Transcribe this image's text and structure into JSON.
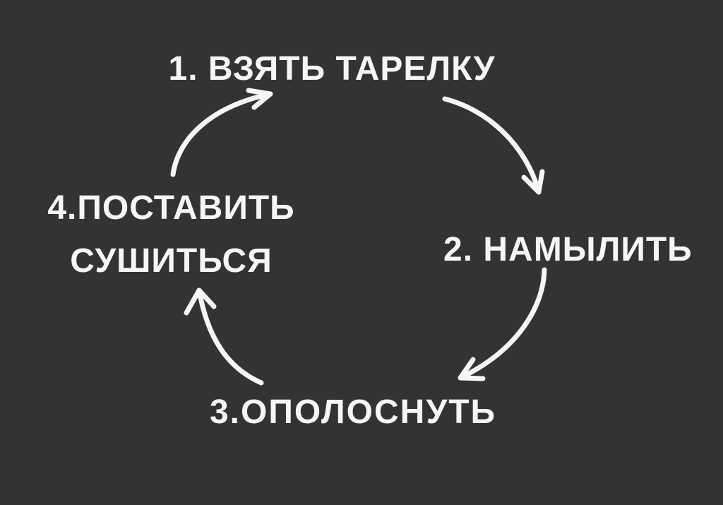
{
  "colors": {
    "background": "#333333",
    "ink": "#f6f6f6"
  },
  "diagram": {
    "type": "cycle",
    "direction": "clockwise",
    "language": "ru",
    "steps": [
      {
        "id": 1,
        "position": "top",
        "lines": [
          "1. ВЗЯТЬ ТАРЕЛКУ"
        ]
      },
      {
        "id": 2,
        "position": "right",
        "lines": [
          "2. НАМЫЛИТЬ"
        ]
      },
      {
        "id": 3,
        "position": "bottom",
        "lines": [
          "3.ОПОЛОСНУТЬ"
        ]
      },
      {
        "id": 4,
        "position": "left",
        "lines": [
          "4.ПОСТАВИТЬ",
          "СУШИТЬСЯ"
        ]
      }
    ],
    "arrows": [
      {
        "from": 1,
        "to": 2,
        "side": "top-right"
      },
      {
        "from": 2,
        "to": 3,
        "side": "bottom-right"
      },
      {
        "from": 3,
        "to": 4,
        "side": "bottom-left"
      },
      {
        "from": 4,
        "to": 1,
        "side": "top-left"
      }
    ]
  }
}
